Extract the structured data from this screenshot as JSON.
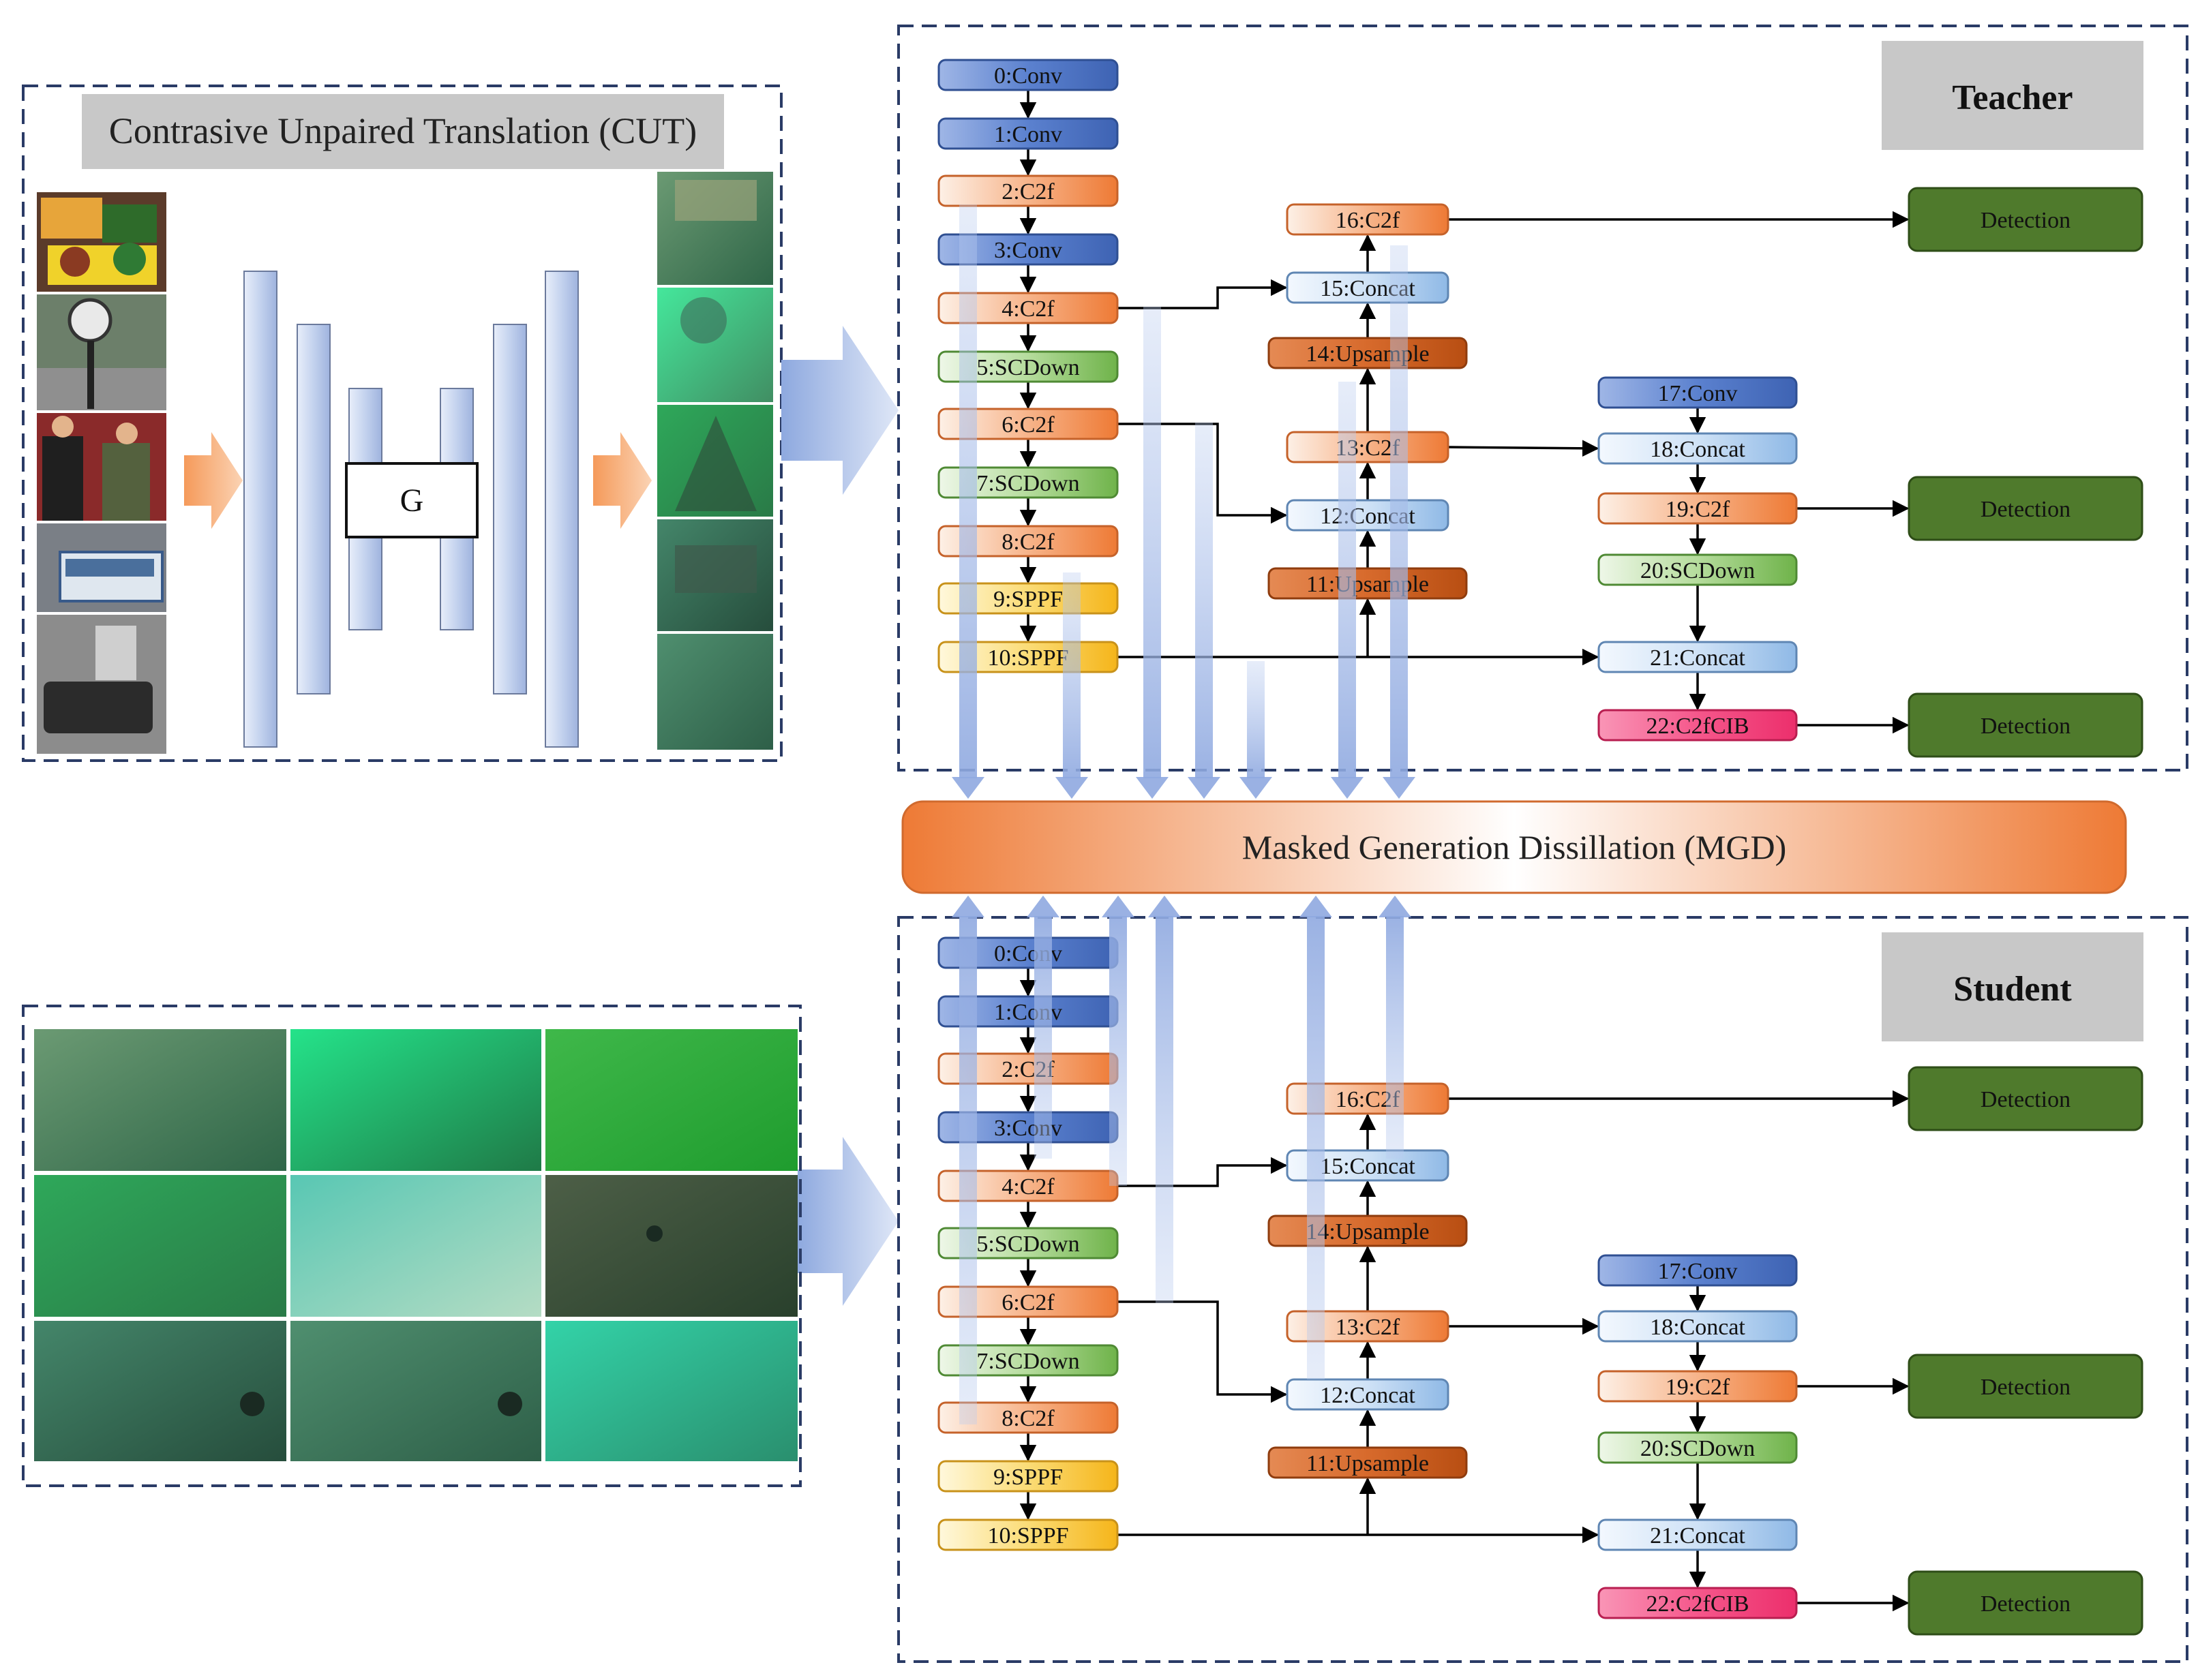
{
  "cut": {
    "title": "Contrasive Unpaired Translation (CUT)",
    "generator_label": "G",
    "input_thumbnails": [
      "lunchbox photo",
      "street clock photo",
      "people ceremony photo",
      "city bus photo",
      "grayscale photo"
    ],
    "output_thumbnails": [
      "translated underwater lunchbox",
      "translated underwater clock",
      "translated underwater people",
      "translated underwater bus",
      "translated underwater scene"
    ]
  },
  "mgd": {
    "label": "Masked Generation Dissillation (MGD)"
  },
  "teacher": {
    "title": "Teacher",
    "nodes": {
      "n0": "0:Conv",
      "n1": "1:Conv",
      "n2": "2:C2f",
      "n3": "3:Conv",
      "n4": "4:C2f",
      "n5": "5:SCDown",
      "n6": "6:C2f",
      "n7": "7:SCDown",
      "n8": "8:C2f",
      "n9": "9:SPPF",
      "n10": "10:SPPF",
      "n11": "11:Upsample",
      "n12": "12:Concat",
      "n13": "13:C2f",
      "n14": "14:Upsample",
      "n15": "15:Concat",
      "n16": "16:C2f",
      "n17": "17:Conv",
      "n18": "18:Concat",
      "n19": "19:C2f",
      "n20": "20:SCDown",
      "n21": "21:Concat",
      "n22": "22:C2fCIB"
    },
    "detections": [
      "Detection",
      "Detection",
      "Detection"
    ]
  },
  "student": {
    "title": "Student",
    "nodes": {
      "n0": "0:Conv",
      "n1": "1:Conv",
      "n2": "2:C2f",
      "n3": "3:Conv",
      "n4": "4:C2f",
      "n5": "5:SCDown",
      "n6": "6:C2f",
      "n7": "7:SCDown",
      "n8": "8:C2f",
      "n9": "9:SPPF",
      "n10": "10:SPPF",
      "n11": "11:Upsample",
      "n12": "12:Concat",
      "n13": "13:C2f",
      "n14": "14:Upsample",
      "n15": "15:Concat",
      "n16": "16:C2f",
      "n17": "17:Conv",
      "n18": "18:Concat",
      "n19": "19:C2f",
      "n20": "20:SCDown",
      "n21": "21:Concat",
      "n22": "22:C2fCIB"
    },
    "detections": [
      "Detection",
      "Detection",
      "Detection"
    ]
  },
  "underwater_dataset": {
    "thumbnails": [
      "underwater rocks",
      "bright green seabed",
      "green sea floor",
      "green murky water",
      "cyan seabed rocks",
      "dark rock closeup",
      "urchins on rocks",
      "urchins on rocks 2",
      "cyan reef"
    ]
  },
  "colors": {
    "conv": "#4a72c4",
    "c2f": "#f08a4b",
    "scdown": "#7fbf5f",
    "sppf": "#f7c32e",
    "upsample": "#c8561c",
    "concat": "#9cc3ec",
    "c2fcib": "#f5457f",
    "detection": "#4f7a2c",
    "title_box": "#c8c8c8",
    "cut_title_box": "#c8c8c8",
    "dashed_border": "#2a3b66",
    "mgd": "#ee7a35"
  }
}
